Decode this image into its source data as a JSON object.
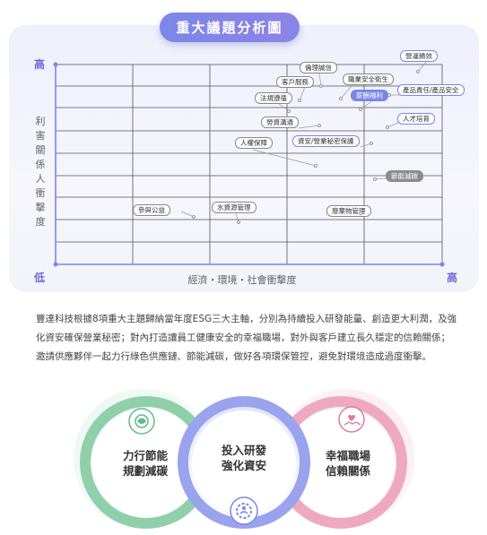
{
  "matrix": {
    "title": "重大議題分析圖",
    "y_high": "高",
    "y_low": "低",
    "x_high": "高",
    "y_axis_title": "利害關係人衝擊度",
    "x_axis_title": "經濟・環境・社會衝擊度",
    "issues": [
      {
        "id": "operating-performance",
        "label": "營運績效",
        "style": "outline-blue"
      },
      {
        "id": "ethics-integrity",
        "label": "倫理誠信",
        "style": "outline"
      },
      {
        "id": "customer-service",
        "label": "客戶服務",
        "style": "outline"
      },
      {
        "id": "occupational-safety",
        "label": "職業安全衛生",
        "style": "outline"
      },
      {
        "id": "compliance",
        "label": "法規遵循",
        "style": "outline"
      },
      {
        "id": "compensation-benefits",
        "label": "薪酬福利",
        "style": "blue"
      },
      {
        "id": "product-responsibility",
        "label": "產品責任/產品安全",
        "style": "outline-blue"
      },
      {
        "id": "talent-development",
        "label": "人才培育",
        "style": "outline-blue"
      },
      {
        "id": "labor-relations",
        "label": "勞資溝通",
        "style": "outline"
      },
      {
        "id": "information-security",
        "label": "資安/營業秘密保護",
        "style": "outline-blue"
      },
      {
        "id": "human-rights",
        "label": "人權保障",
        "style": "outline"
      },
      {
        "id": "energy-carbon",
        "label": "節能減碳",
        "style": "gray"
      },
      {
        "id": "community-welfare",
        "label": "參與公益",
        "style": "gray"
      },
      {
        "id": "water-management",
        "label": "水資源管理",
        "style": "gray"
      },
      {
        "id": "waste-management",
        "label": "廢棄物管理",
        "style": "gray"
      }
    ]
  },
  "summary": "豐達科技根據8項重大主題歸納當年度ESG三大主軸，分別為持續投入研發能量、創造更大利潤，及強化資安確保營業秘密；對內打造讓員工健康安全的幸福職場，對外與客戶建立長久穩定的信賴關係；邀請供應夥伴一起力行綠色供應鏈、節能減碳，做好各項環保管控，避免對環境造成過度衝擊。",
  "pillars": [
    {
      "id": "environment",
      "line1": "力行節能",
      "line2": "規劃減碳",
      "color": "#5fb88a",
      "icon": "leaf-globe-icon"
    },
    {
      "id": "rnd",
      "line1": "投入研發",
      "line2": "強化資安",
      "color": "#7a86e6",
      "icon": "team-gear-icon"
    },
    {
      "id": "workplace",
      "line1": "幸福職場",
      "line2": "信賴關係",
      "color": "#e07a9a",
      "icon": "heart-handshake-icon"
    }
  ]
}
